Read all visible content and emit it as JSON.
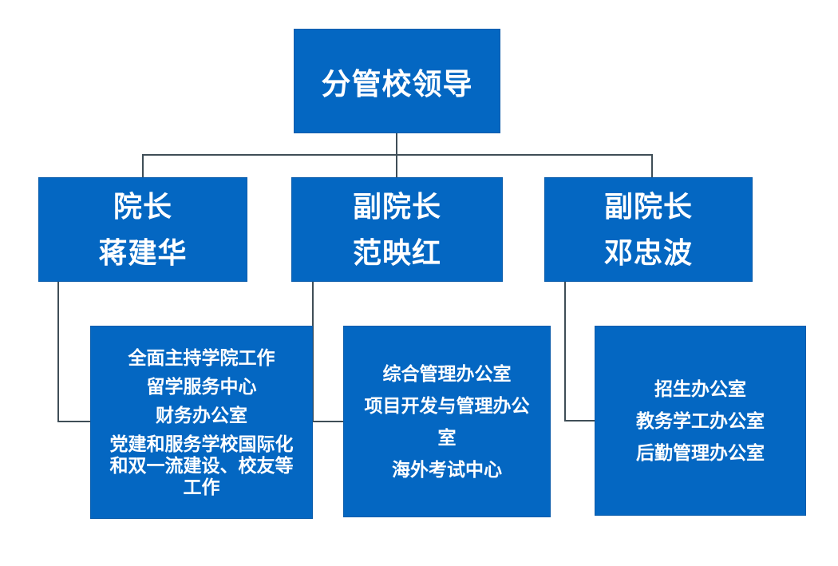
{
  "colors": {
    "box_fill": "#0467c2",
    "box_border": "#0a5cab",
    "box_text": "#ffffff",
    "connector": "#3f4e57",
    "background": "#ffffff"
  },
  "org_chart": {
    "root": {
      "title": "分管校领导"
    },
    "leaders": [
      {
        "title": "院长",
        "name": "蒋建华"
      },
      {
        "title": "副院长",
        "name": "范映红"
      },
      {
        "title": "副院长",
        "name": "邓忠波"
      }
    ],
    "departments": [
      {
        "items": [
          "全面主持学院工作",
          "留学服务中心",
          "财务办公室",
          "党建和服务学校国际化和双一流建设、校友等工作"
        ]
      },
      {
        "items": [
          "综合管理办公室",
          "项目开发与管理办公室",
          "海外考试中心"
        ]
      },
      {
        "items": [
          "招生办公室",
          "教务学工办公室",
          "后勤管理办公室"
        ]
      }
    ]
  }
}
